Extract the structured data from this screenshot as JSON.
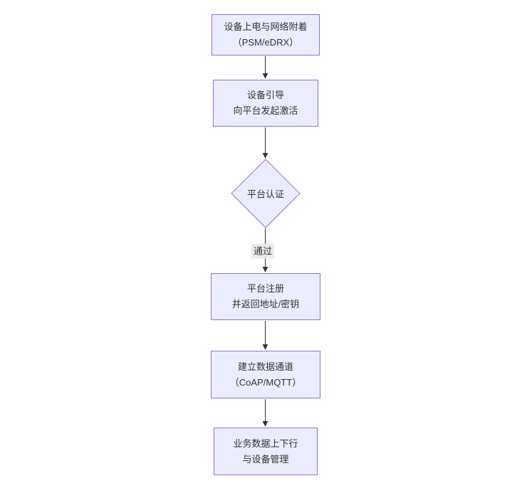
{
  "diagram": {
    "type": "flowchart-vertical",
    "colors": {
      "background": "#ffffff",
      "node_fill": "#ECECFF",
      "node_border": "#9370DB",
      "text": "#333333",
      "edge": "#333333",
      "edge_label_bg": "#e8e8e8"
    },
    "nodes": [
      {
        "id": "power",
        "shape": "rect",
        "lines": [
          "设备上电与网络附着",
          "（PSM/eDRX）"
        ]
      },
      {
        "id": "boot",
        "shape": "rect",
        "lines": [
          "设备引导",
          "向平台发起激活"
        ]
      },
      {
        "id": "auth",
        "shape": "diamond",
        "lines": [
          "平台认证"
        ]
      },
      {
        "id": "register",
        "shape": "rect",
        "lines": [
          "平台注册",
          "并返回地址/密钥"
        ]
      },
      {
        "id": "channel",
        "shape": "rect",
        "lines": [
          "建立数据通道",
          "（CoAP/MQTT）"
        ]
      },
      {
        "id": "business",
        "shape": "rect",
        "lines": [
          "业务数据上下行",
          "与设备管理"
        ]
      }
    ],
    "edges": [
      {
        "from": "power",
        "to": "boot",
        "label": ""
      },
      {
        "from": "boot",
        "to": "auth",
        "label": ""
      },
      {
        "from": "auth",
        "to": "register",
        "label": "通过"
      },
      {
        "from": "register",
        "to": "channel",
        "label": ""
      },
      {
        "from": "channel",
        "to": "business",
        "label": ""
      }
    ]
  }
}
